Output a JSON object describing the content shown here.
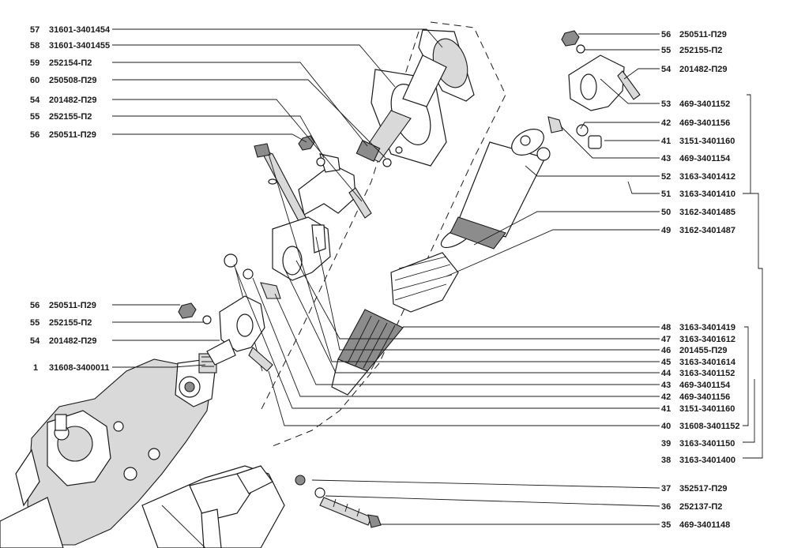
{
  "callouts_left": [
    {
      "num": "57",
      "code": "31601-3401454"
    },
    {
      "num": "58",
      "code": "31601-3401455"
    },
    {
      "num": "59",
      "code": "252154-П2"
    },
    {
      "num": "60",
      "code": "250508-П29"
    },
    {
      "num": "54",
      "code": "201482-П29"
    },
    {
      "num": "55",
      "code": "252155-П2"
    },
    {
      "num": "56",
      "code": "250511-П29"
    },
    {
      "num": "56",
      "code": "250511-П29"
    },
    {
      "num": "55",
      "code": "252155-П2"
    },
    {
      "num": "54",
      "code": "201482-П29"
    },
    {
      "num": "1",
      "code": "31608-3400011"
    }
  ],
  "callouts_right": [
    {
      "num": "56",
      "code": "250511-П29"
    },
    {
      "num": "55",
      "code": "252155-П2"
    },
    {
      "num": "54",
      "code": "201482-П29"
    },
    {
      "num": "53",
      "code": "469-3401152"
    },
    {
      "num": "42",
      "code": "469-3401156"
    },
    {
      "num": "41",
      "code": "3151-3401160"
    },
    {
      "num": "43",
      "code": "469-3401154"
    },
    {
      "num": "52",
      "code": "3163-3401412"
    },
    {
      "num": "51",
      "code": "3163-3401410"
    },
    {
      "num": "50",
      "code": "3162-3401485"
    },
    {
      "num": "49",
      "code": "3162-3401487"
    },
    {
      "num": "48",
      "code": "3163-3401419"
    },
    {
      "num": "47",
      "code": "3163-3401612"
    },
    {
      "num": "46",
      "code": "201455-П29"
    },
    {
      "num": "45",
      "code": "3163-3401614"
    },
    {
      "num": "44",
      "code": "3163-3401152"
    },
    {
      "num": "43",
      "code": "469-3401154"
    },
    {
      "num": "42",
      "code": "469-3401156"
    },
    {
      "num": "41",
      "code": "3151-3401160"
    },
    {
      "num": "40",
      "code": "31608-3401152"
    },
    {
      "num": "39",
      "code": "3163-3401150"
    },
    {
      "num": "38",
      "code": "3163-3401400"
    },
    {
      "num": "37",
      "code": "352517-П29"
    },
    {
      "num": "36",
      "code": "252137-П2"
    },
    {
      "num": "35",
      "code": "469-3401148"
    }
  ]
}
